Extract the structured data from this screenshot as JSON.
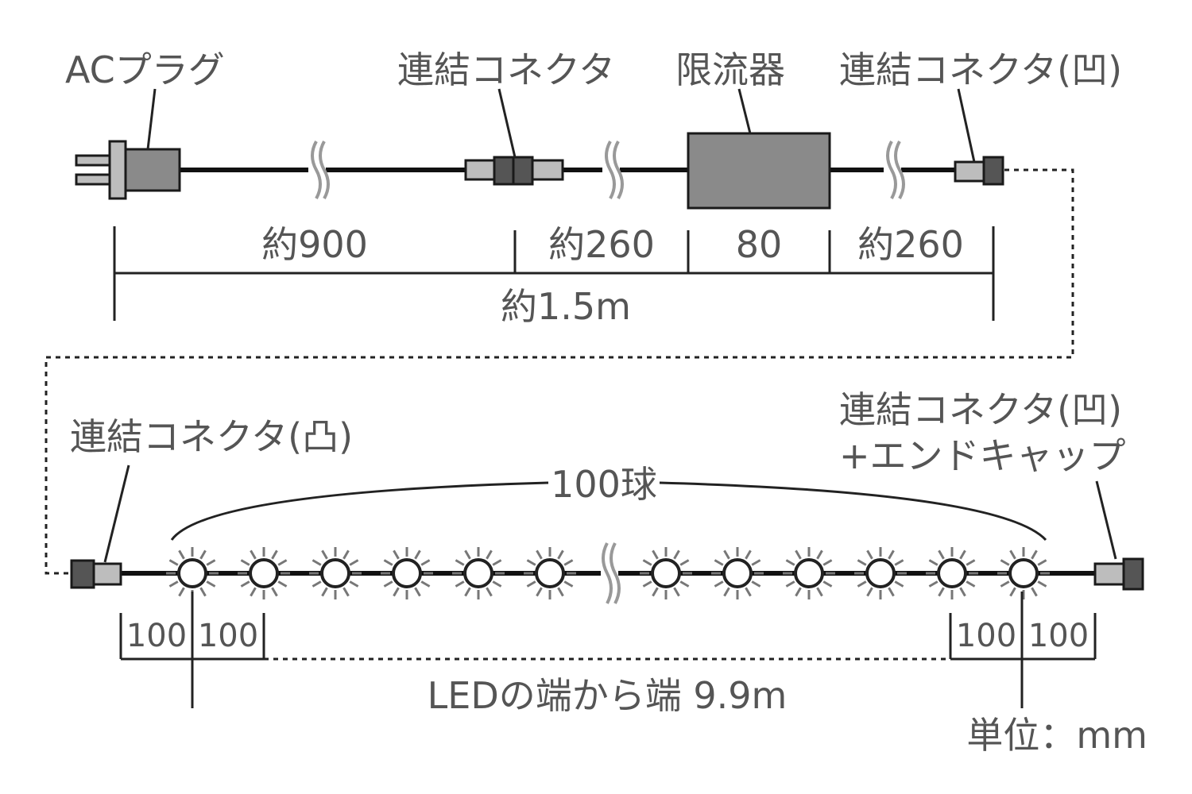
{
  "labels": {
    "ac_plug": "ACプラグ",
    "connector_1": "連結コネクタ",
    "limiter": "限流器",
    "connector_female_top": "連結コネクタ(凹)",
    "connector_male": "連結コネクタ(凸)",
    "connector_female_end_line1": "連結コネクタ(凹)",
    "connector_female_end_line2": "+エンドキャップ"
  },
  "dimensions": {
    "seg1": "約900",
    "seg2": "約260",
    "seg3": "80",
    "seg4": "約260",
    "total_power_cord": "約1.5m",
    "bulb_count": "100球",
    "pitch_left_1": "100",
    "pitch_left_2": "100",
    "pitch_right_1": "100",
    "pitch_right_2": "100",
    "led_span": "LEDの端から端 9.9m",
    "unit": "単位：mm"
  },
  "colors": {
    "wire": "#111111",
    "component_grey": "#8a8a8a",
    "component_dark": "#555555",
    "text": "#555555"
  }
}
